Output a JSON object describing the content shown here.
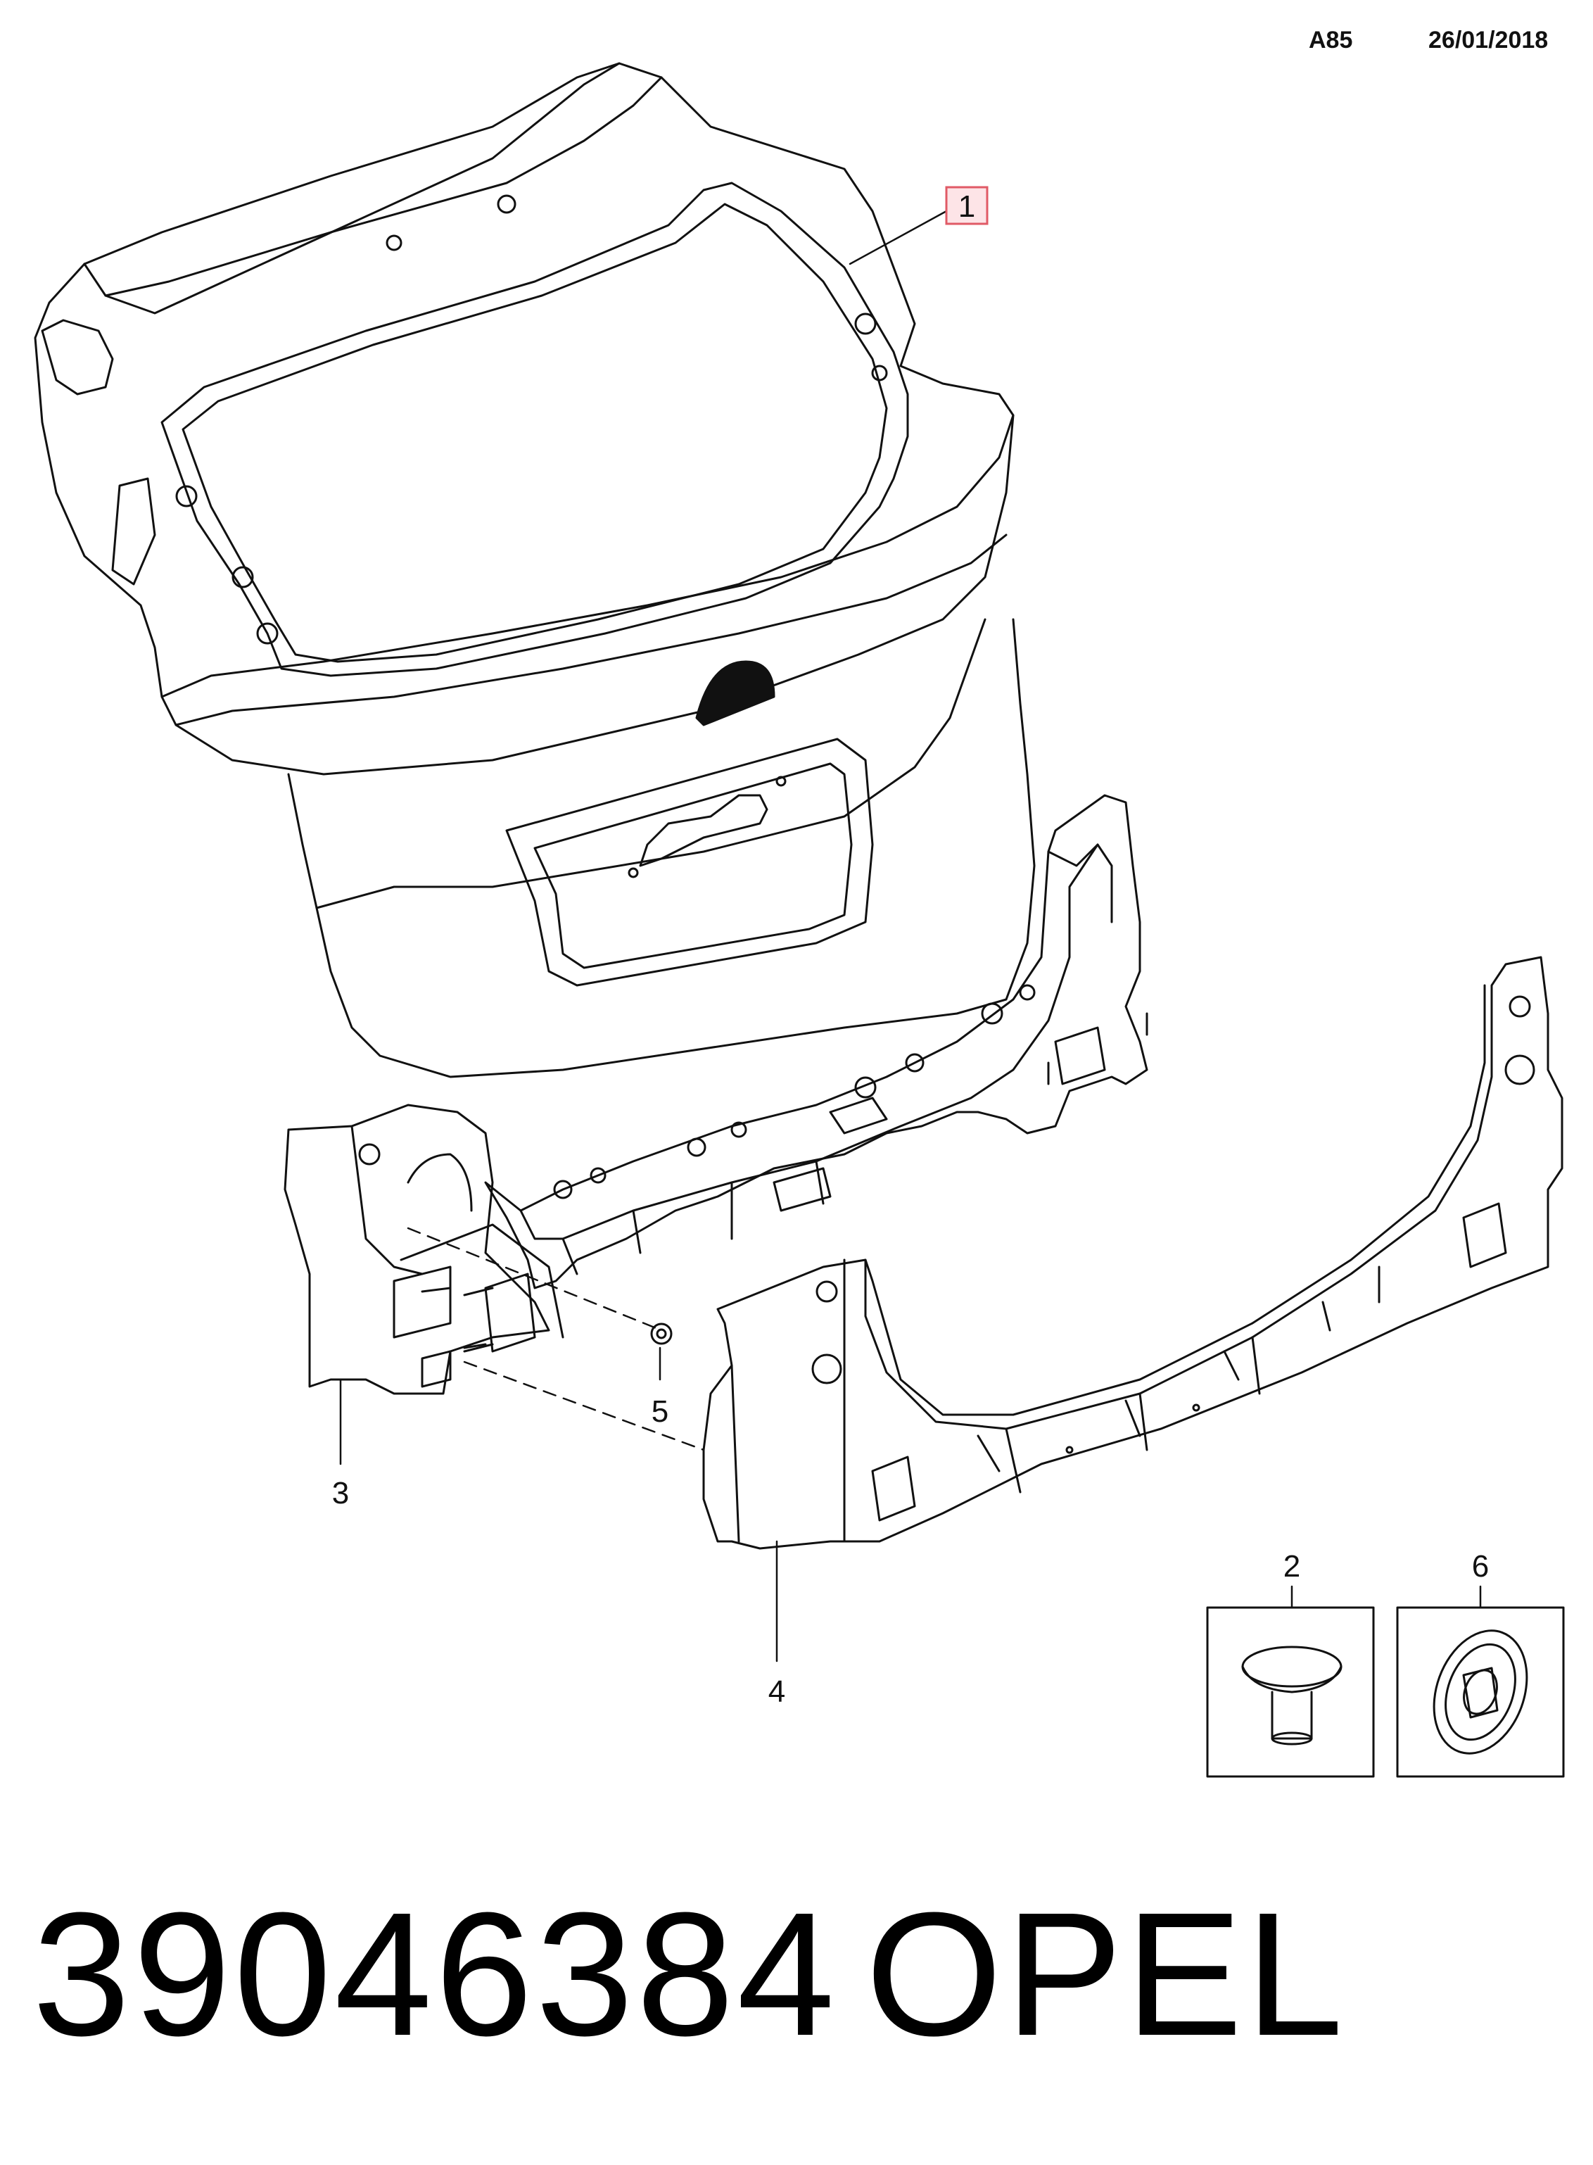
{
  "header": {
    "diagram_code": "A85",
    "date": "26/01/2018"
  },
  "callouts": {
    "c1": "1",
    "c2": "2",
    "c3": "3",
    "c4": "4",
    "c5": "5",
    "c6": "6"
  },
  "footer": {
    "part_number": "39046384",
    "brand": "OPEL"
  },
  "colors": {
    "line": "#111111",
    "highlight_box": "#e05a66",
    "highlight_fill": "#fde4e7"
  }
}
